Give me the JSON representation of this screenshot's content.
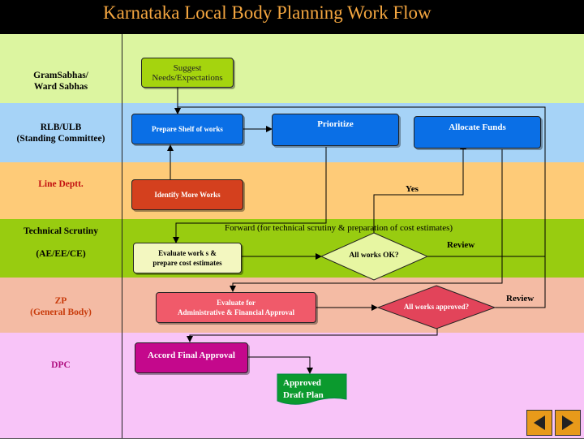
{
  "title": "Karnataka Local Body Planning Work Flow",
  "lanes": [
    {
      "label": "GramSabhas/\nWard Sabhas",
      "color": "#dcf5a0",
      "text_color": "#000000"
    },
    {
      "label": "RLB/ULB\n(Standing Committee)",
      "color": "#a6d3f7",
      "text_color": "#000000"
    },
    {
      "label": "Line Deptt.",
      "color": "#fecb78",
      "text_color": "#c21010"
    },
    {
      "label": "Technical Scrutiny\n\n(AE/EE/CE)",
      "color": "#98cc10",
      "text_color": "#000000"
    },
    {
      "label": "ZP\n(General Body)",
      "color": "#f4bba4",
      "text_color": "#c83a0a"
    },
    {
      "label": "DPC",
      "color": "#f8c4f8",
      "text_color": "#b01080"
    }
  ],
  "nodes": {
    "suggest": "Suggest\nNeeds/Expectations",
    "prepare_shelf": "Prepare Shelf of works",
    "prioritize": "Prioritize",
    "allocate_funds": "Allocate Funds",
    "identify_works": "Identify  More Works",
    "evaluate_works": "Evaluate work s &\nprepare cost estimates",
    "all_works_ok": "All works OK?",
    "evaluate_approval": "Evaluate for\nAdministrative  & Financial Approval",
    "all_works_approved": "All works approved?",
    "accord_final": "Accord Final Approval",
    "approved_draft": "Approved\nDraft Plan"
  },
  "edge_labels": {
    "yes": "Yes",
    "forward": "Forward (for technical scrutiny & preparation of cost estimates)",
    "review_ts": "Review",
    "review_zp": "Review"
  },
  "nav": {
    "prev_icon": "triangle-left-icon",
    "next_icon": "triangle-right-icon"
  }
}
